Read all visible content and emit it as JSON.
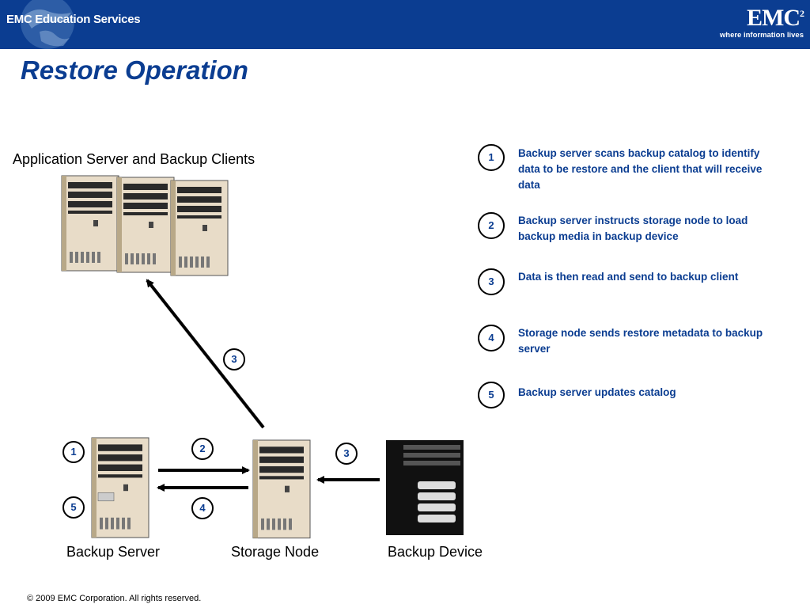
{
  "header": {
    "brand_text": "EMC Education Services",
    "logo_text": "EMC",
    "logo_superscript": "2",
    "tagline": "where information lives",
    "background_color": "#0b3d91"
  },
  "title": "Restore Operation",
  "labels": {
    "app_servers": "Application Server and Backup Clients",
    "backup_server": "Backup Server",
    "storage_node": "Storage Node",
    "backup_device": "Backup Device"
  },
  "diagram_badges": [
    "3",
    "1",
    "2",
    "3",
    "5",
    "4"
  ],
  "steps": [
    {
      "number": "1",
      "text": "Backup server scans backup catalog to identify data to be  restore and the client that will receive data"
    },
    {
      "number": "2",
      "text": "Backup server instructs storage node to load backup media in backup device"
    },
    {
      "number": "3",
      "text": "Data is then read and send to backup client"
    },
    {
      "number": "4",
      "text": "Storage node sends restore metadata to backup server"
    },
    {
      "number": "5",
      "text": "Backup server updates catalog"
    }
  ],
  "footer": "© 2009 EMC Corporation. All rights reserved.",
  "colors": {
    "accent": "#0b3d91",
    "server_body": "#e8dcc8",
    "device_body": "#111111"
  }
}
